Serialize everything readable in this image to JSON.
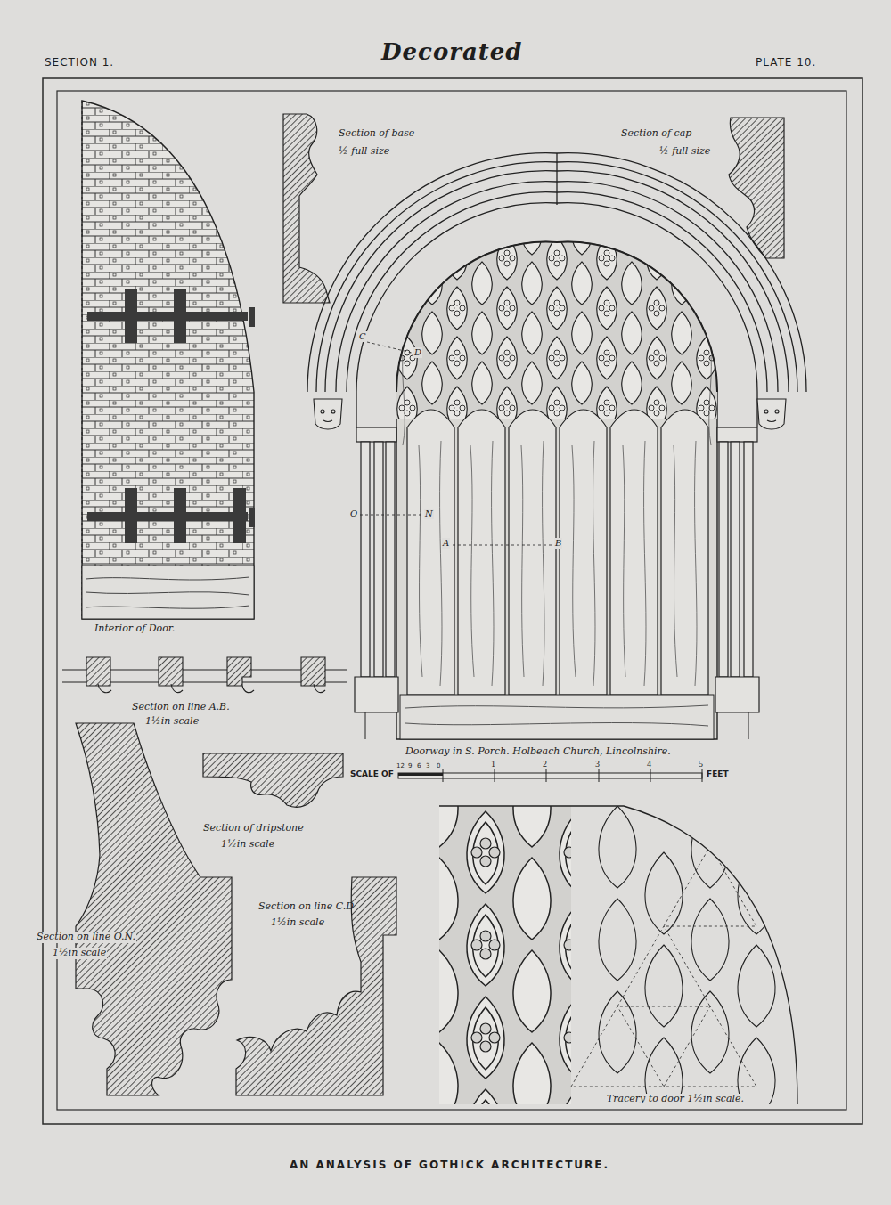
{
  "diagram": {
    "title": "Decorated",
    "caption": "AN ANALYSIS OF GOTHICK ARCHITECTURE.",
    "labels": [
      "SECTION 1.",
      "PLATE 10.",
      "Section of base",
      "½ full size",
      "Section of cap",
      "½ full size",
      "Interior of Door.",
      "Section on line A.B.",
      "1½in scale",
      "Doorway in S. Porch. Holbeach Church, Lincolnshire.",
      "SCALE OF",
      "12",
      "9",
      "6",
      "3",
      "0",
      "1",
      "2",
      "3",
      "4",
      "5",
      "FEET",
      "Section of dripstone",
      "1½in scale",
      "Section on line C.D",
      "1½in scale",
      "Section on line O.N.",
      "1½in scale",
      "Tracery to door 1½in scale.",
      "C",
      "D",
      "O",
      "N",
      "A",
      "B"
    ]
  }
}
